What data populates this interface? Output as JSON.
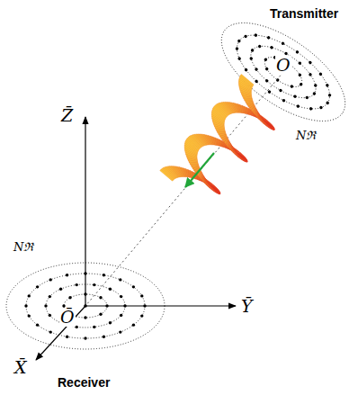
{
  "diagram": {
    "labels": [
      "Transmitter",
      "O",
      "Nℜ",
      "Z̄",
      "Ȳ",
      "Nℜ",
      "Ō",
      "X̄",
      "Receiver"
    ]
  }
}
